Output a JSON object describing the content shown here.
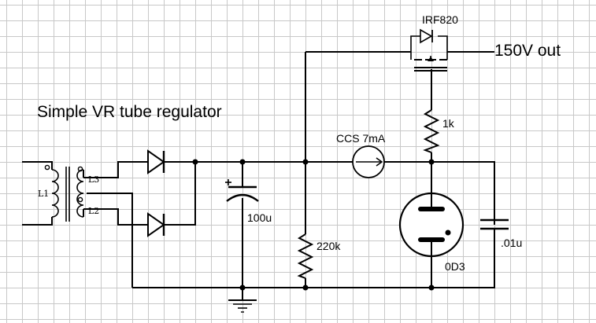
{
  "title": "Simple VR tube regulator",
  "output_label": "150V out",
  "components": {
    "mosfet": "IRF820",
    "ccs": "CCS 7mA",
    "resistor_top": "1k",
    "capacitor_main": "100u",
    "resistor_bleeder": "220k",
    "tube": "0D3",
    "capacitor_small": ".01u",
    "inductor_primary": "L1",
    "inductor_l3": "L3",
    "inductor_l2": "L2"
  },
  "icons": {
    "transformer": "transformer-icon",
    "diode": "diode-icon",
    "capacitor": "capacitor-icon",
    "resistor": "resistor-icon",
    "current_source": "current-source-icon",
    "mosfet": "mosfet-icon",
    "tube": "vr-tube-icon",
    "ground": "ground-icon"
  }
}
